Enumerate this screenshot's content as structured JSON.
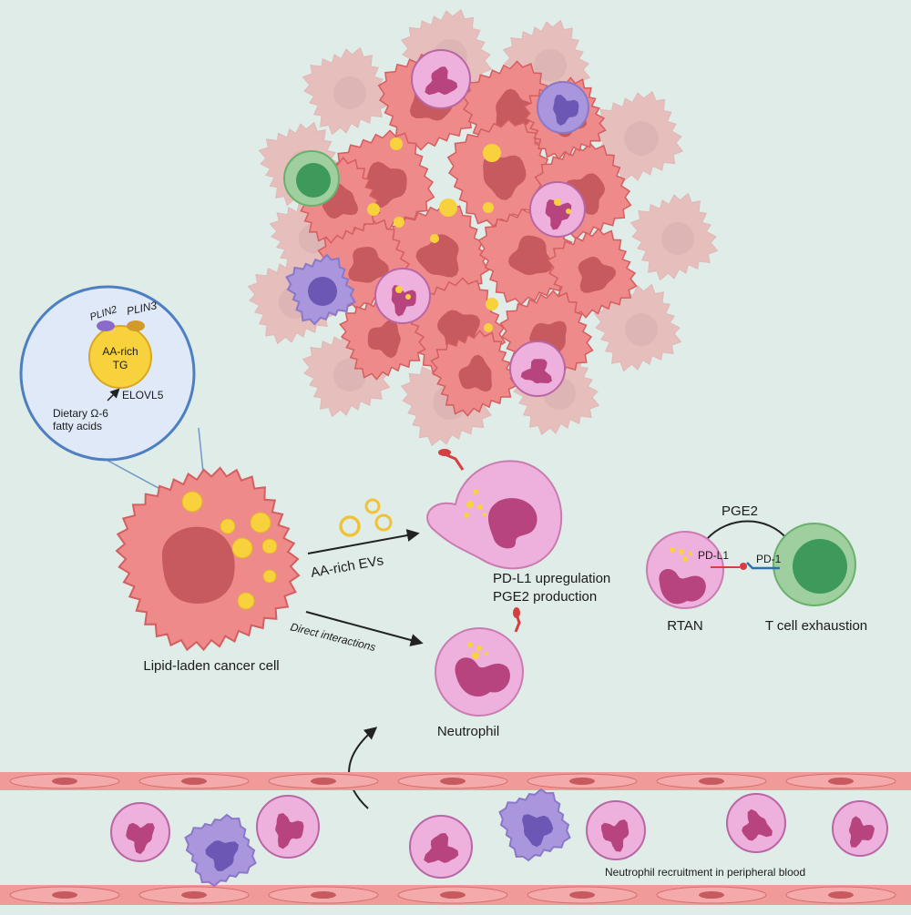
{
  "zoom_inset": {
    "protein_left": "PLIN2",
    "protein_right": "PLIN3",
    "droplet_line1": "AA-rich",
    "droplet_line2": "TG",
    "enzyme": "ELOVL5",
    "source_line1": "Dietary Ω-6",
    "source_line2": "fatty acids"
  },
  "labels": {
    "cancer_cell": "Lipid-laden cancer cell",
    "ev_arrow": "AA-rich EVs",
    "direct_arrow": "Direct interactions",
    "neutrophil": "Neutrophil",
    "upregulation_line1": "PD-L1 upregulation",
    "upregulation_line2": "PGE2 production",
    "pge2": "PGE2",
    "pdl1": "PD-L1",
    "pd1": "PD-1",
    "rtan": "RTAN",
    "t_cell": "T cell exhaustion",
    "recruitment": "Neutrophil recruitment in peripheral blood"
  },
  "colors": {
    "background": "#dfece8",
    "cancer_cell": "#ef8a8a",
    "cancer_nucleus": "#c65a5e",
    "neutrophil": "#eeb0dc",
    "neutrophil_nucleus": "#b7447f",
    "lipid": "#f8d23c",
    "t_cell": "#9fcf9e",
    "t_cell_nucleus": "#3d9a5a",
    "lymphocyte": "#a996dc",
    "vessel": "#f09a9a"
  }
}
